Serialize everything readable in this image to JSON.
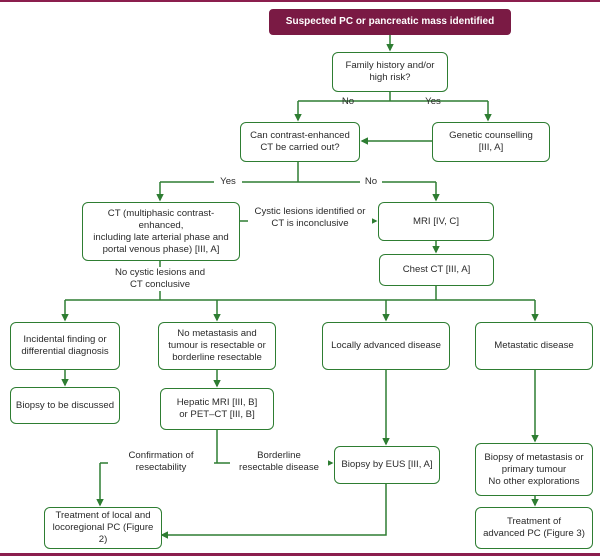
{
  "nodes": {
    "start": "Suspected PC or pancreatic mass identified",
    "family": "Family history and/or\nhigh risk?",
    "can_ct": "Can contrast-enhanced\nCT be carried out?",
    "genetic": "Genetic counselling\n[III, A]",
    "ct": "CT (multiphasic contrast-enhanced,\nincluding late arterial phase and\nportal venous phase) [III, A]",
    "mri": "MRI [IV, C]",
    "chest_ct": "Chest CT [III, A]",
    "incidental": "Incidental finding or\ndifferential diagnosis",
    "no_metastasis": "No metastasis and\ntumour is resectable or\nborderline resectable",
    "locally_advanced": "Locally advanced disease",
    "metastatic": "Metastatic disease",
    "biopsy_discussed": "Biopsy to be discussed",
    "hepatic_mri": "Hepatic MRI [III, B]\nor PET–CT [III, B]",
    "biopsy_eus": "Biopsy by EUS [III, A]",
    "biopsy_metastasis": "Biopsy of metastasis or\nprimary tumour\nNo other explorations",
    "treatment_local": "Treatment of local and\nlocoregional PC (Figure 2)",
    "treatment_advanced": "Treatment of\nadvanced PC (Figure 3)"
  },
  "labels": {
    "no_family": "No",
    "yes_family": "Yes",
    "yes_ct": "Yes",
    "no_ct": "No",
    "cystic": "Cystic lesions identified or\nCT is inconclusive",
    "no_cystic": "No cystic lesions and\nCT conclusive",
    "confirmation": "Confirmation of\nresectability",
    "borderline": "Borderline\nresectable disease"
  },
  "colors": {
    "accent": "#7a1a44",
    "line": "#2e7d32"
  }
}
